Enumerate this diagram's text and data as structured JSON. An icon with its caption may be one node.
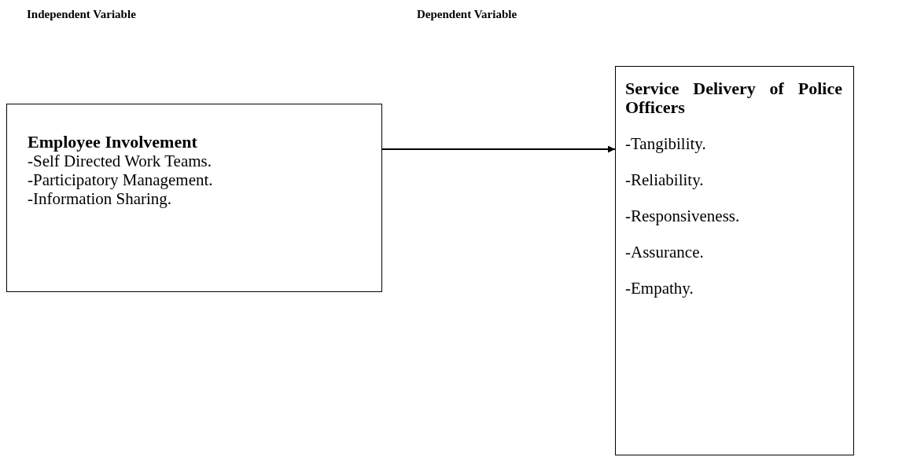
{
  "diagram": {
    "nodes": [
      {
        "text": [
          "Employee Involvement",
          "-Self Directed Work Teams.",
          "-Participatory Management.",
          "-Information Sharing."
        ]
      },
      {
        "text": [
          "Service Delivery of Police Officers",
          "-Tangibility.",
          "-Reliability.",
          "-Responsiveness.",
          "-Assurance.",
          "-Empathy."
        ]
      }
    ],
    "edges": [
      {
        "from": 0,
        "to": 1,
        "arrow": "to"
      }
    ],
    "labels": [
      "Independent Variable",
      "Dependent Variable"
    ]
  }
}
